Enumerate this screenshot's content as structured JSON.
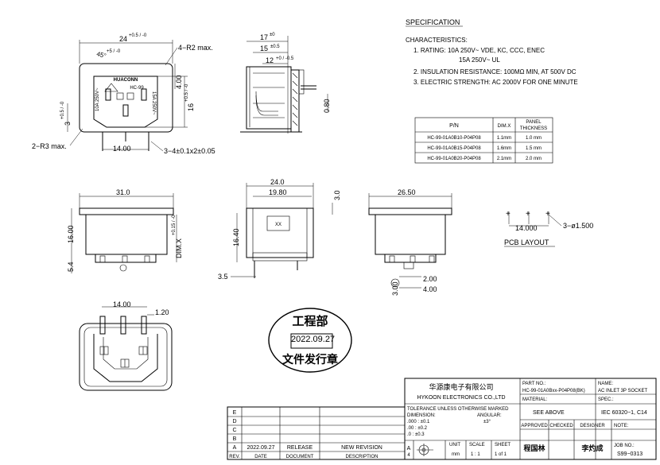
{
  "spec": {
    "title": "SPECIFICATION",
    "characteristics": "CHARACTERISTICS:",
    "rating_1": "1.  RATING:  10A  250V~  VDE,  KC,  CCC,  ENEC",
    "rating_2": "15A  250V~  UL",
    "insulation": "2.  INSULATION  RESISTANCE:  100MΩ  MIN,  AT  500V  DC",
    "strength": "3.  ELECTRIC  STRENGTH:  AC  2000V  FOR  ONE  MINUTE"
  },
  "pn_table": {
    "headers": [
      "P/N",
      "DIM.X",
      "PANEL THICKNESS"
    ],
    "header_panel_1": "PANEL",
    "header_panel_2": "THICKNESS",
    "rows": [
      [
        "HC-99-01A0B10-P04P08",
        "1.1mm",
        "1.0  mm"
      ],
      [
        "HC-99-01A0B15-P04P08",
        "1.6mm",
        "1.5  mm"
      ],
      [
        "HC-99-01A0B20-P04P08",
        "2.1mm",
        "2.0  mm"
      ]
    ]
  },
  "front_view": {
    "width": "24",
    "width_tol": "+0.5 / -0",
    "angle": "45°",
    "angle_tol": "+5 / -0",
    "r2": "4−R2  max.",
    "r3": "2−R3  max.",
    "pin_pitch": "14.00",
    "pin_size": "3−4±0.1x2±0.05",
    "height_16": "16",
    "height_16_tol": "+0.5 / -0",
    "v_4": "4.00",
    "v_3": "3",
    "v_3_tol": "+0.5 / -0",
    "brand": "HUACONN",
    "model": "HC-99",
    "rating_l": "10A 250V~",
    "rating_r": "15A 250V~"
  },
  "side_view": {
    "d17": "17",
    "d17_tol": "±0",
    "d15": "15",
    "d15_tol": "±0.5",
    "d12": "12",
    "d12_tol": "+0 / -0.5",
    "d080": "0.80"
  },
  "lower_views": {
    "w31": "31.0",
    "h16": "16.00",
    "h54": "5.4",
    "dimx": "DIM.X",
    "dimx_tol": "+0.15 / -0",
    "w24": "24.0",
    "w1980": "19.80",
    "v30": "3.0",
    "h1640": "16.40",
    "h35": "3.5",
    "xx": "XX",
    "w2650": "26.50",
    "d200": "2.00",
    "d400": "4.00",
    "d300": "3.00"
  },
  "pcb": {
    "pitch": "14.000",
    "hole": "3−ø1.500",
    "label": "PCB  LAYOUT"
  },
  "bottom_view": {
    "w1400": "14.00",
    "w120": "1.20"
  },
  "stamp": {
    "top": "工程部",
    "date": "2022.09.27",
    "bottom": "文件发行章"
  },
  "title_block": {
    "company_cn": "华源康电子有限公司",
    "company_en": "HYKOON  ELECTRONICS  CO.,LTD",
    "part_no_label": "PART  NO.:",
    "part_no": "HC-99-01A0Bxx-P04P08(BK)",
    "name_label": "NAME:",
    "name": "AC  INLET  3P  SOCKET",
    "material_label": "MATERIAL:",
    "material": "SEE  ABOVE",
    "spec_label": "SPEC.:",
    "spec": "IEC  60320−1,  C14",
    "tol_1": "TOLERANCE  UNLESS  OTHERWISE  MARKED",
    "tol_dim": "DIMENSION:",
    "tol_ang": "ANGULAR:",
    "tol_ang_val": "±3°",
    "tol_000": ".000  :  ±0.1",
    "tol_00": ".00   :  ±0.2",
    "tol_0": ".0    :  ±0.3",
    "approved": "APPROVED",
    "checked": "CHECKED",
    "designer": "DESIGNER",
    "note": "NOTE:",
    "approved_sig": "程国林",
    "designer_sig": "李灼成",
    "unit_label": "UNIT",
    "unit": "mm",
    "scale_label": "SCALE",
    "scale": "1 : 1",
    "sheet_label": "SHEET",
    "sheet": "1  of  1",
    "job_label": "JOB  NO.:",
    "job": "S99−0313",
    "rev_rows": [
      "E",
      "D",
      "C",
      "B",
      "A"
    ],
    "rev_a_date": "2022.09.27",
    "rev_a_doc": "RELEASE",
    "rev_a_desc": "NEW  REVISION",
    "rev_h_rev": "REV.",
    "rev_h_date": "DATE",
    "rev_h_doc": "DOCUMENT",
    "rev_h_desc": "DESCRIPTION",
    "zone": "A",
    "zone_num": "4"
  }
}
